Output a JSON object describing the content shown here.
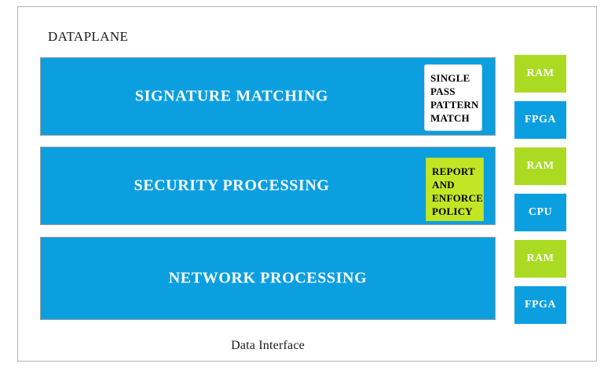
{
  "diagram": {
    "title": "DATAPLANE",
    "footer_label": "Data Interface",
    "colors": {
      "blue": "#0C9FE0",
      "green": "#AADB22",
      "inset_green": "#C2E526",
      "inset_white": "#FFFFFF",
      "frame_border": "#B3B3B3",
      "bar_text": "#FFFFFF",
      "inset_text": "#000000",
      "caption_text": "#1A1A1A"
    },
    "layers": [
      {
        "label": "SIGNATURE MATCHING",
        "color": "#0C9FE0",
        "inset": {
          "style": "white",
          "background": "#FFFFFF",
          "lines": [
            "SINGLE",
            "PASS",
            "PATTERN",
            "MATCH"
          ]
        }
      },
      {
        "label": "SECURITY PROCESSING",
        "color": "#0C9FE0",
        "inset": {
          "style": "green",
          "background": "#C2E526",
          "lines": [
            "REPORT",
            "AND",
            "ENFORCE",
            "POLICY"
          ]
        }
      },
      {
        "label": "NETWORK PROCESSING",
        "color": "#0C9FE0",
        "inset": null
      }
    ],
    "hardware": [
      {
        "label": "RAM",
        "color": "#AADB22",
        "kind": "memory"
      },
      {
        "label": "FPGA",
        "color": "#0C9FE0",
        "kind": "logic"
      },
      {
        "label": "RAM",
        "color": "#AADB22",
        "kind": "memory"
      },
      {
        "label": "CPU",
        "color": "#0C9FE0",
        "kind": "processor"
      },
      {
        "label": "RAM",
        "color": "#AADB22",
        "kind": "memory"
      },
      {
        "label": "FPGA",
        "color": "#0C9FE0",
        "kind": "logic"
      }
    ]
  }
}
